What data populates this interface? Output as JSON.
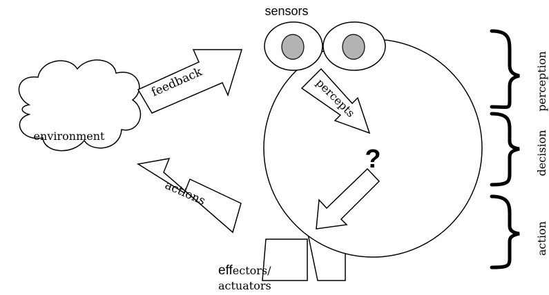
{
  "labels": {
    "sensors": "sensors",
    "environment": "environment",
    "feedback": "feedback",
    "actions": "actions",
    "percepts": "percepts",
    "question": "?",
    "effectors_prefix": "eff",
    "effectors_rest": "ectors/",
    "actuators": "actuators",
    "perception": "perception",
    "decision": "decision",
    "action": "action"
  },
  "colors": {
    "stroke": "#000000",
    "fill": "#ffffff",
    "pupil": "#b3b3b3"
  }
}
